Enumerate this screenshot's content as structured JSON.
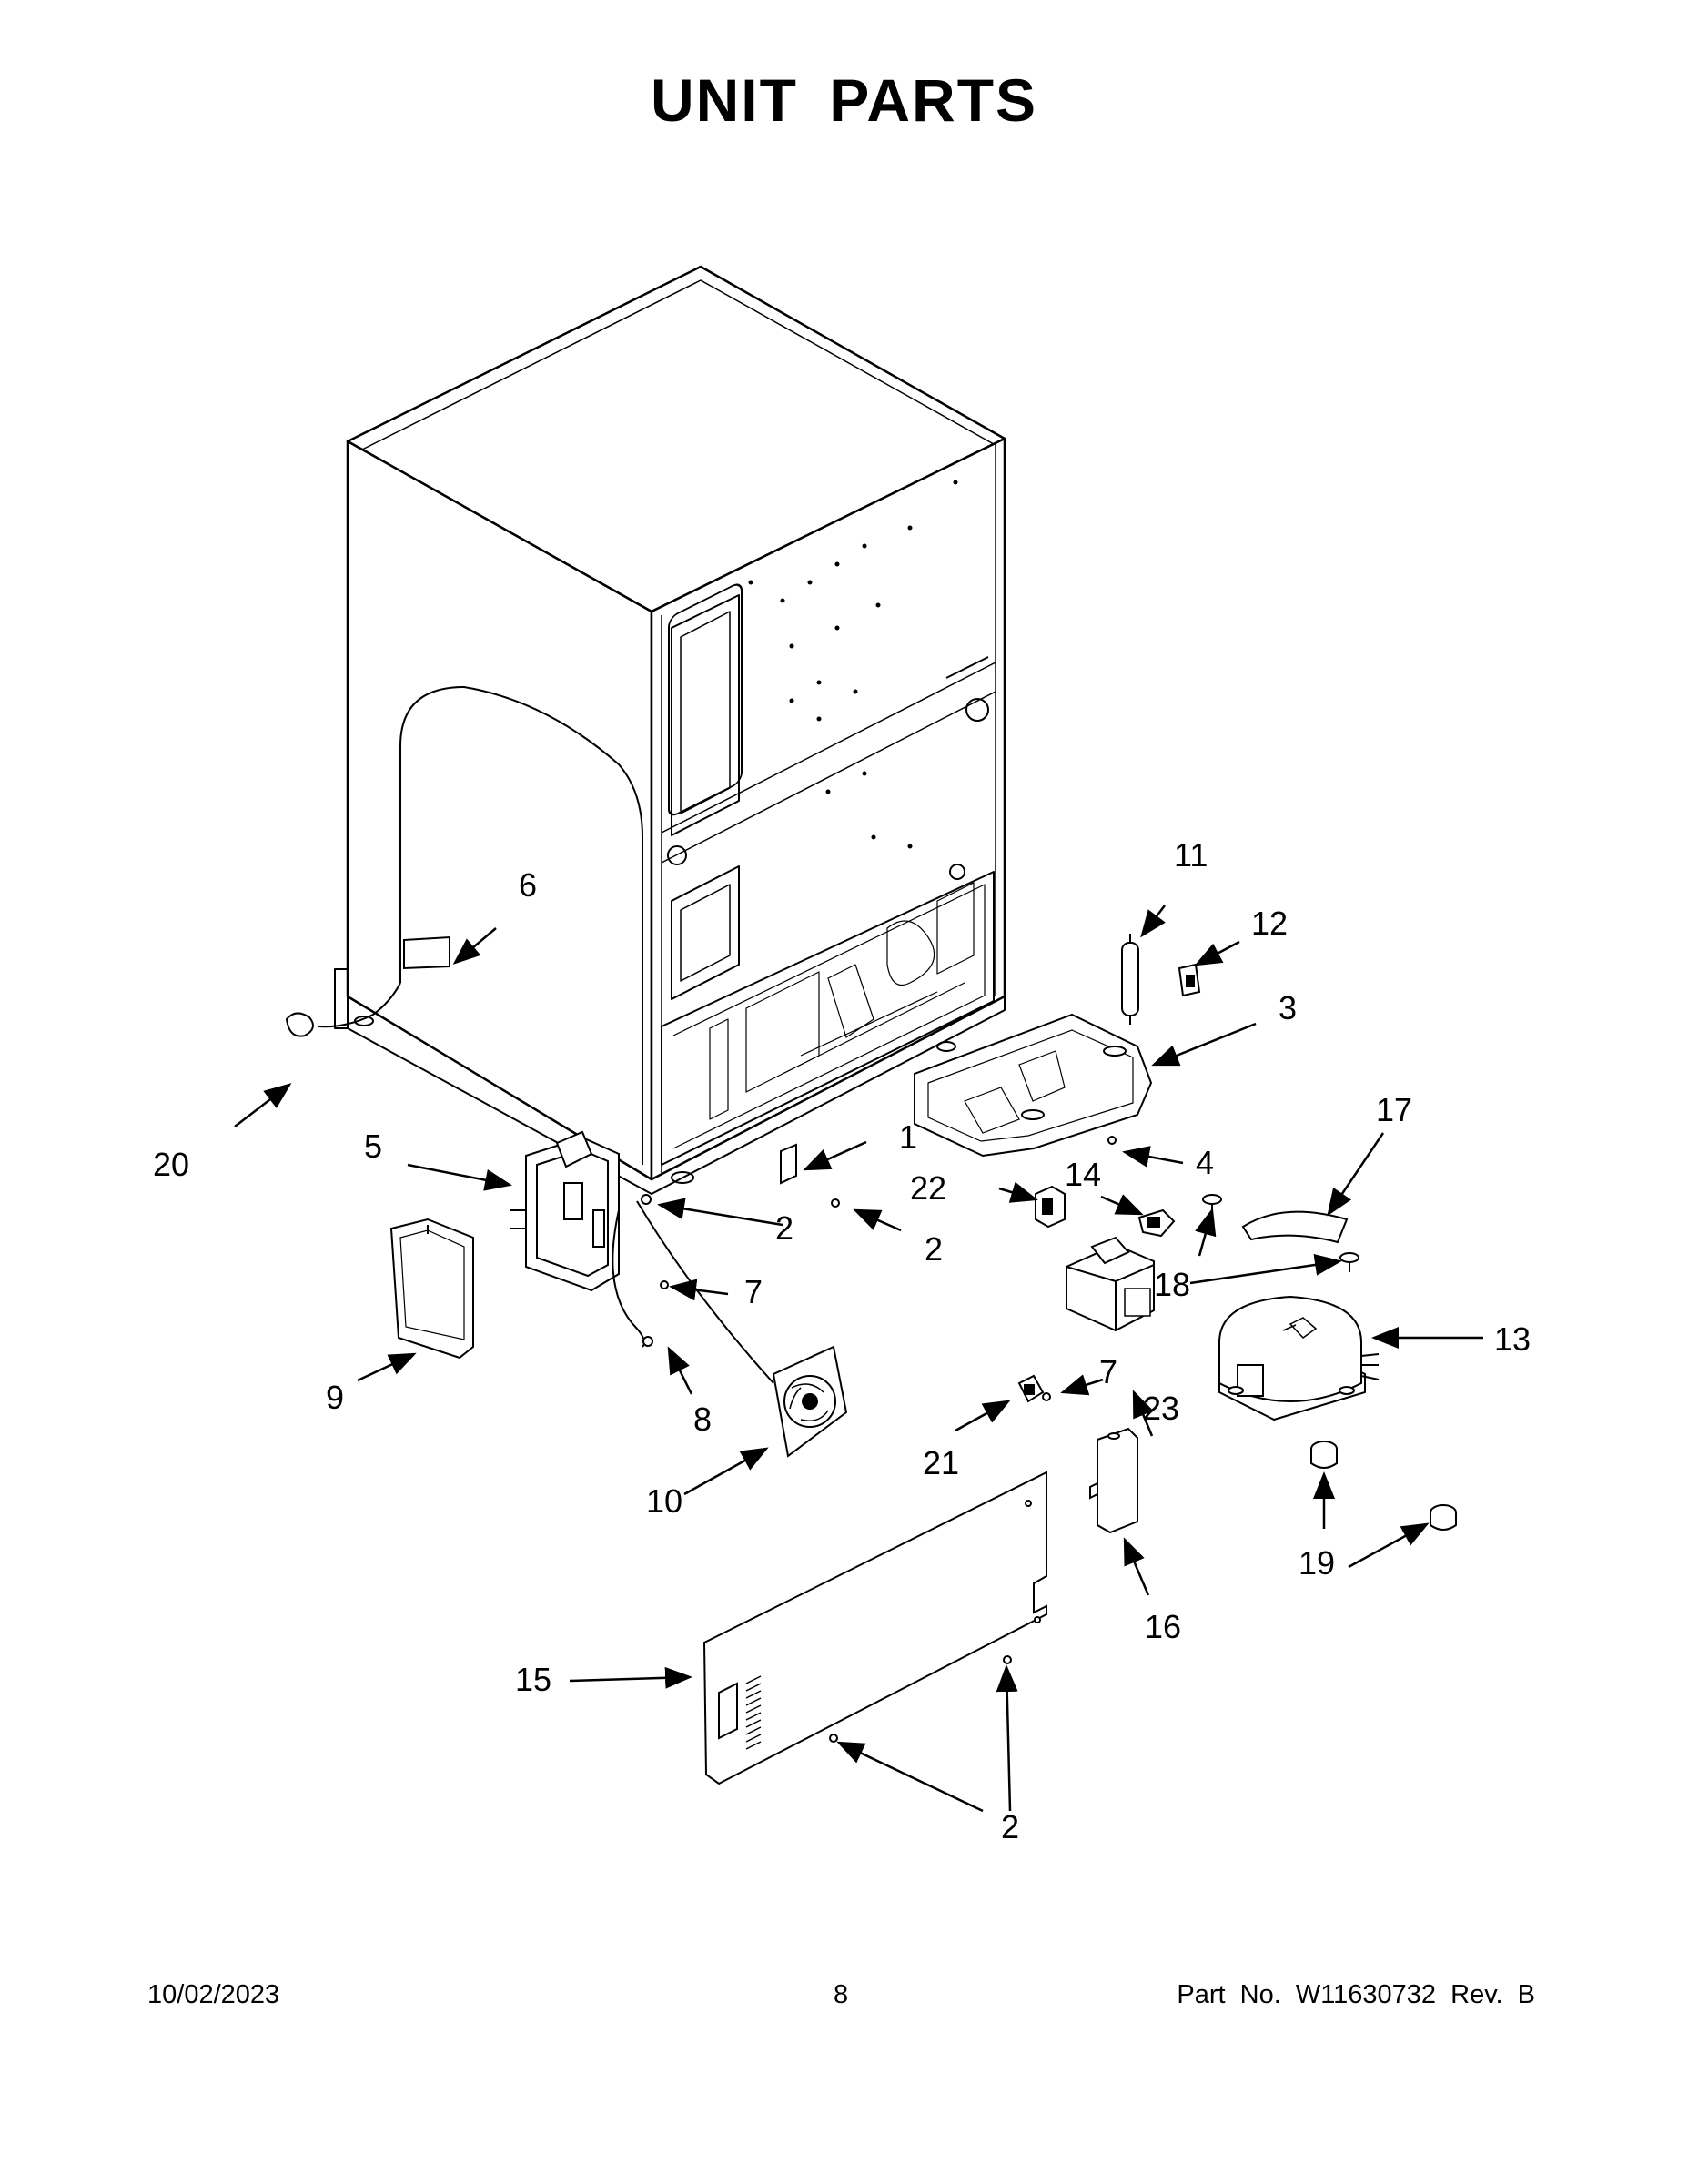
{
  "page": {
    "title": "UNIT PARTS"
  },
  "callouts": [
    {
      "id": "c1",
      "label": "1"
    },
    {
      "id": "c2a",
      "label": "2"
    },
    {
      "id": "c2b",
      "label": "2"
    },
    {
      "id": "c2c",
      "label": "2"
    },
    {
      "id": "c3",
      "label": "3"
    },
    {
      "id": "c4",
      "label": "4"
    },
    {
      "id": "c5",
      "label": "5"
    },
    {
      "id": "c6",
      "label": "6"
    },
    {
      "id": "c7a",
      "label": "7"
    },
    {
      "id": "c7b",
      "label": "7"
    },
    {
      "id": "c8",
      "label": "8"
    },
    {
      "id": "c9",
      "label": "9"
    },
    {
      "id": "c10",
      "label": "10"
    },
    {
      "id": "c11",
      "label": "11"
    },
    {
      "id": "c12",
      "label": "12"
    },
    {
      "id": "c13",
      "label": "13"
    },
    {
      "id": "c14",
      "label": "14"
    },
    {
      "id": "c15",
      "label": "15"
    },
    {
      "id": "c16",
      "label": "16"
    },
    {
      "id": "c17",
      "label": "17"
    },
    {
      "id": "c18",
      "label": "18"
    },
    {
      "id": "c19",
      "label": "19"
    },
    {
      "id": "c20",
      "label": "20"
    },
    {
      "id": "c21",
      "label": "21"
    },
    {
      "id": "c22",
      "label": "22"
    },
    {
      "id": "c23",
      "label": "23"
    }
  ],
  "footer": {
    "date": "10/02/2023",
    "page_number": "8",
    "part_number": "Part No.  W11630732  Rev.  B"
  }
}
